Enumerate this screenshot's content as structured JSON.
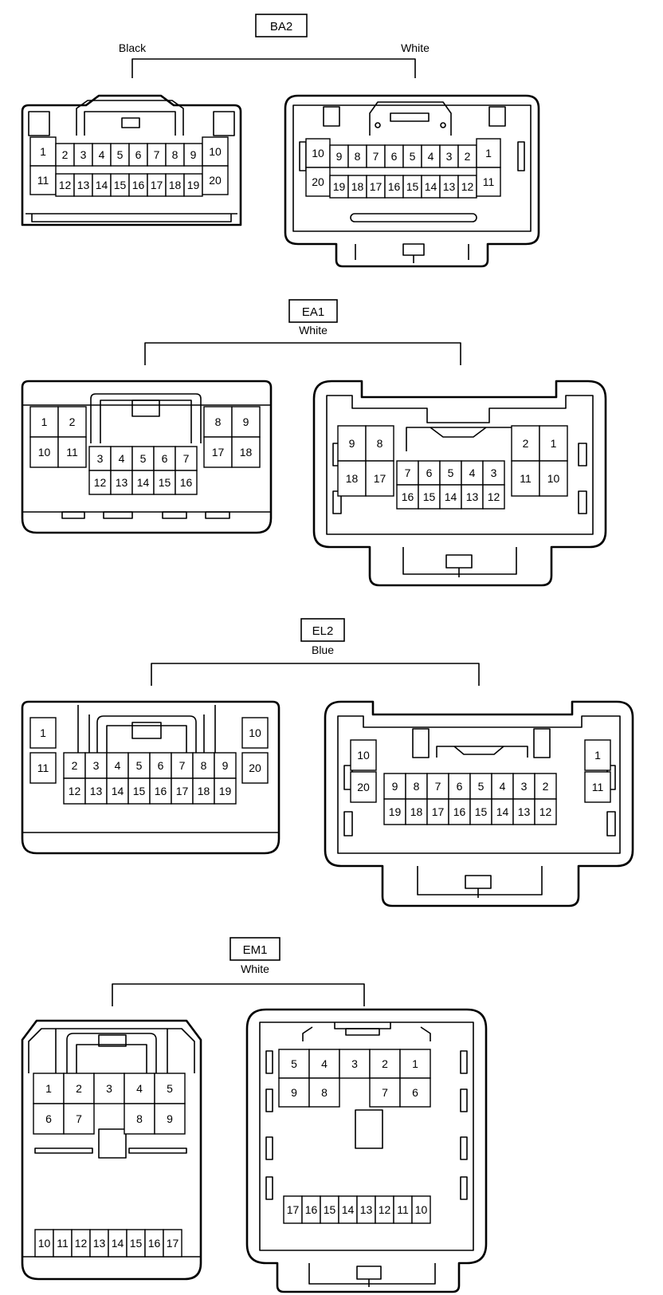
{
  "connectors": [
    {
      "id": "BA2",
      "sides": [
        "Black",
        "White"
      ],
      "left_pins": [
        "1",
        "2",
        "3",
        "4",
        "5",
        "6",
        "7",
        "8",
        "9",
        "10",
        "11",
        "12",
        "13",
        "14",
        "15",
        "16",
        "17",
        "18",
        "19",
        "20"
      ],
      "right_pins": [
        "10",
        "9",
        "8",
        "7",
        "6",
        "5",
        "4",
        "3",
        "2",
        "1",
        "20",
        "19",
        "18",
        "17",
        "16",
        "15",
        "14",
        "13",
        "12",
        "11"
      ]
    },
    {
      "id": "EA1",
      "color": "White",
      "left_pins": [
        "1",
        "2",
        "8",
        "9",
        "10",
        "11",
        "17",
        "18",
        "3",
        "4",
        "5",
        "6",
        "7",
        "12",
        "13",
        "14",
        "15",
        "16"
      ],
      "right_pins": [
        "9",
        "8",
        "2",
        "1",
        "18",
        "17",
        "11",
        "10",
        "7",
        "6",
        "5",
        "4",
        "3",
        "16",
        "15",
        "14",
        "13",
        "12"
      ]
    },
    {
      "id": "EL2",
      "color": "Blue",
      "left_pins": [
        "1",
        "11",
        "10",
        "20",
        "2",
        "3",
        "4",
        "5",
        "6",
        "7",
        "8",
        "9",
        "12",
        "13",
        "14",
        "15",
        "16",
        "17",
        "18",
        "19"
      ],
      "right_pins": [
        "10",
        "20",
        "1",
        "11",
        "9",
        "8",
        "7",
        "6",
        "5",
        "4",
        "3",
        "2",
        "19",
        "18",
        "17",
        "16",
        "15",
        "14",
        "13",
        "12"
      ]
    },
    {
      "id": "EM1",
      "color": "White",
      "left_pins": [
        "1",
        "2",
        "3",
        "4",
        "5",
        "6",
        "7",
        "8",
        "9",
        "10",
        "11",
        "12",
        "13",
        "14",
        "15",
        "16",
        "17"
      ],
      "right_pins": [
        "5",
        "4",
        "3",
        "2",
        "1",
        "9",
        "8",
        "7",
        "6",
        "17",
        "16",
        "15",
        "14",
        "13",
        "12",
        "11",
        "10"
      ]
    }
  ]
}
